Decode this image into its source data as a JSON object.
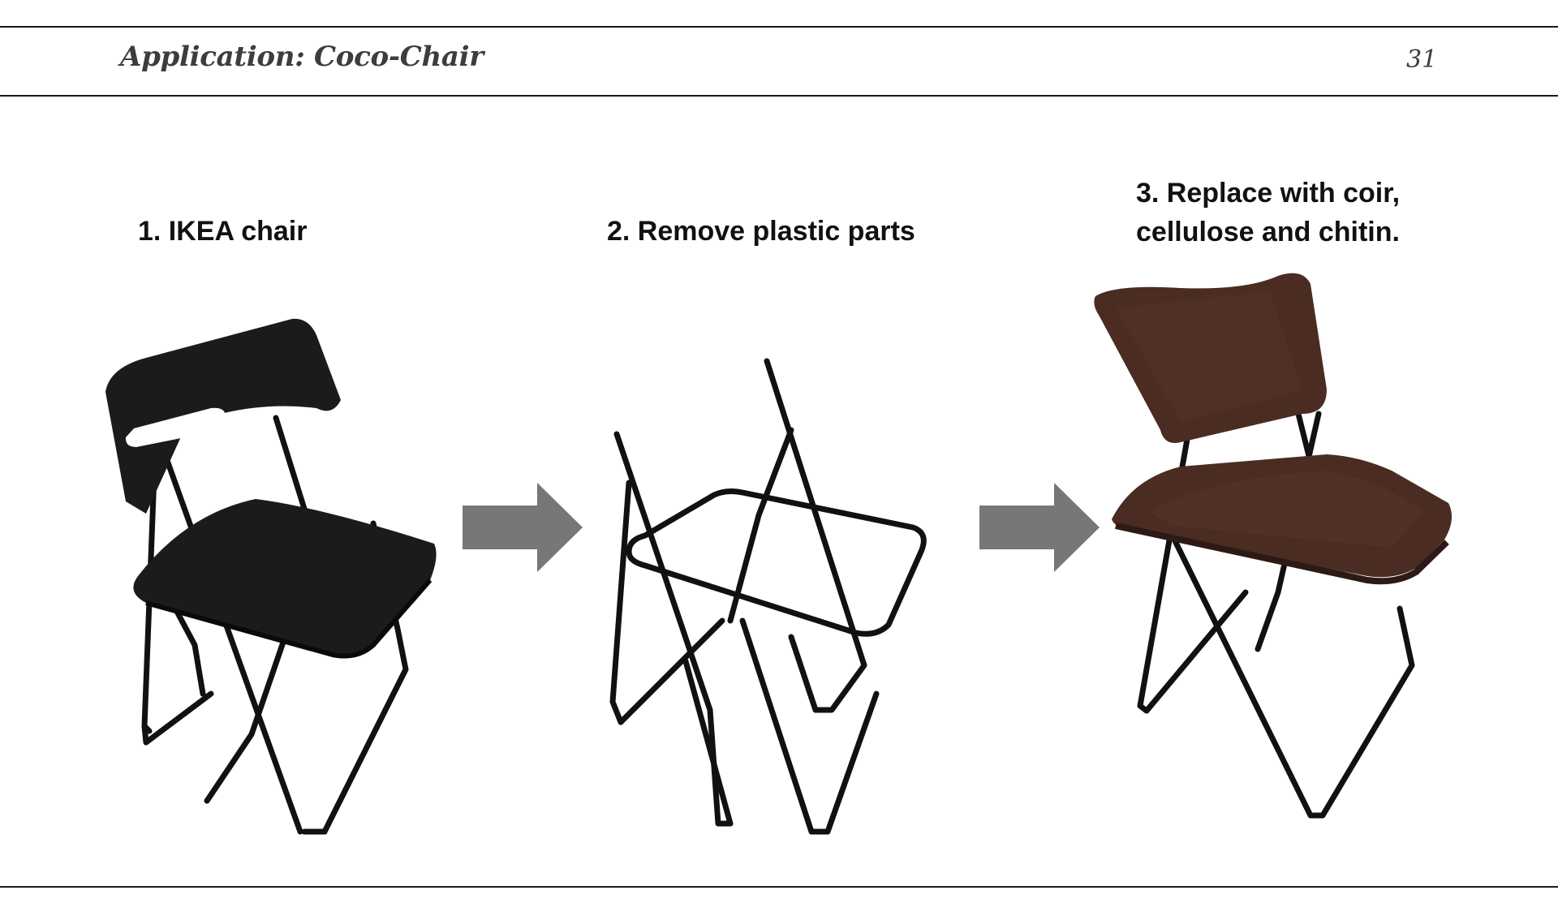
{
  "header": {
    "title": "Application: Coco-Chair",
    "page_number": "31"
  },
  "steps": [
    {
      "label_lines": [
        "1. IKEA chair"
      ],
      "image": "black-plastic-folding-chair"
    },
    {
      "label_lines": [
        "2. Remove plastic parts"
      ],
      "image": "bare-metal-chair-frame"
    },
    {
      "label_lines": [
        "3. Replace with coir,",
        "cellulose and chitin."
      ],
      "image": "brown-biomaterial-chair"
    }
  ],
  "arrows": [
    "right-arrow-icon",
    "right-arrow-icon"
  ],
  "colors": {
    "rule": "#1a1a1a",
    "header_text": "#3d3d3d",
    "label_text": "#111111",
    "arrow": "#777777",
    "plastic_black": "#1b1b1b",
    "frame_black": "#111111",
    "biomaterial_brown": "#4a2c22"
  }
}
